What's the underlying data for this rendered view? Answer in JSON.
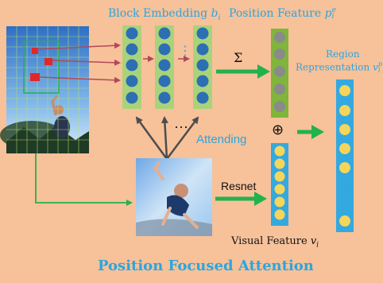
{
  "diagram": {
    "block_embedding": {
      "text": "Block Embedding",
      "symbol": "b",
      "subscript": "i"
    },
    "position_feature": {
      "text": "Position Feature",
      "symbol": "p",
      "subscript": "i",
      "superscript": "e"
    },
    "region_representation": {
      "line1": "Region",
      "line2": "Representation",
      "symbol": "v",
      "subscript": "i",
      "superscript": "p"
    },
    "sum_symbol": "Σ",
    "dots_horizontal": "⋯",
    "dots_vertical": "⋮",
    "plus_symbol": "⊕",
    "attending": "Attending",
    "resnet": "Resnet",
    "visual_feature": {
      "text": "Visual Feature",
      "symbol": "v",
      "subscript": "i"
    },
    "title": "Position Focused Attention"
  },
  "colors": {
    "background": "#f7c19a",
    "cyan_text": "#2ba6de",
    "embedding_column": "#a9d37b",
    "embedding_dot": "#2d6fb3",
    "position_column": "#7fb53a",
    "position_dot": "#8a8a8a",
    "feature_column": "#33a9e0",
    "feature_dot": "#f5d55a",
    "green_arrow": "#22b24c",
    "red_arrow": "#b04a56",
    "gray_arrow": "#4d4d4d"
  }
}
